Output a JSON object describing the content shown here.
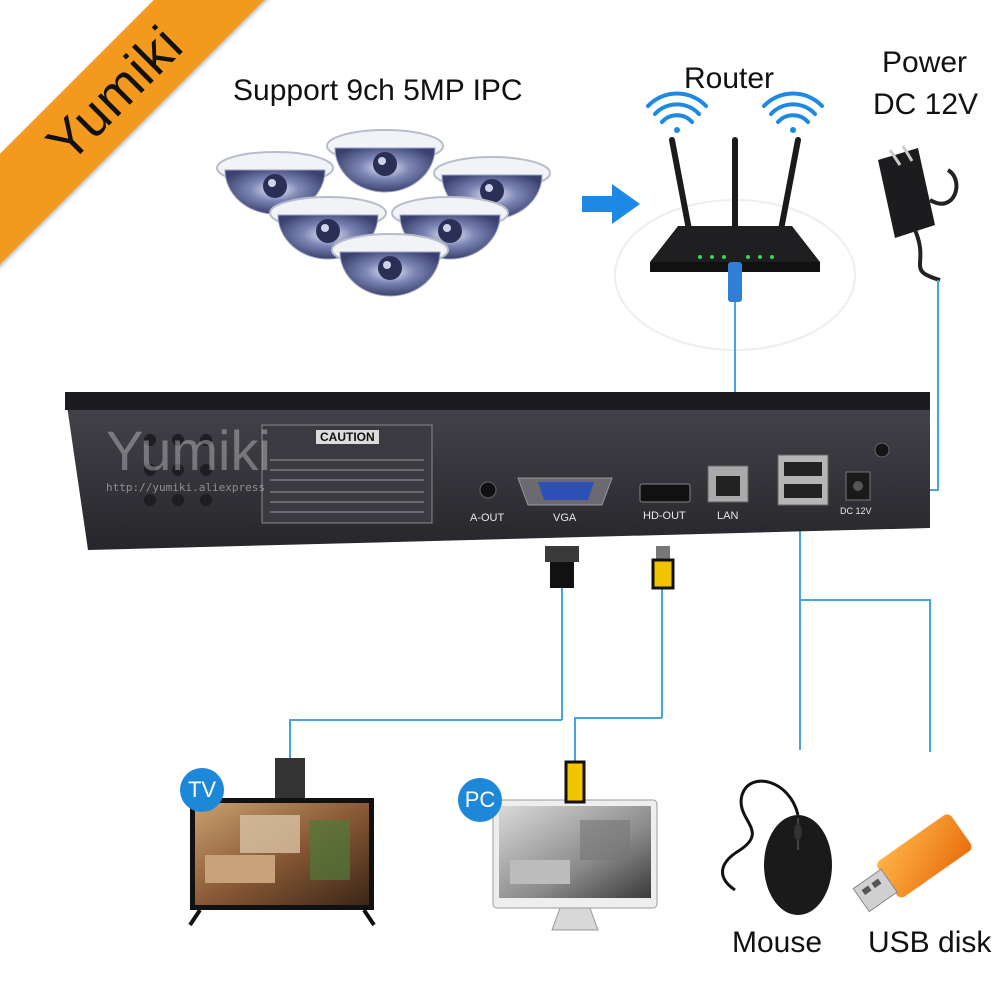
{
  "brand": {
    "name": "Yumiki",
    "watermark": "Yumiki",
    "url": "http://yumiki.aliexpress"
  },
  "cameras": {
    "caption": "Support  9ch  5MP  IPC"
  },
  "router": {
    "label": "Router"
  },
  "power": {
    "label_line1": "Power",
    "label_line2": "DC 12V"
  },
  "nvr": {
    "caution_title": "CAUTION",
    "ports": {
      "aout": "A-OUT",
      "vga": "VGA",
      "hdout": "HD-OUT",
      "lan": "LAN",
      "dc": "DC 12V"
    }
  },
  "devices": {
    "tv": "TV",
    "pc": "PC",
    "mouse": "Mouse",
    "usb": "USB disk"
  },
  "colors": {
    "banner": "#f39a1e",
    "wire": "#4aa3e0",
    "arrow": "#1e88e5",
    "nvr_body": "#2e2e33",
    "badge": "#1e88d8"
  }
}
